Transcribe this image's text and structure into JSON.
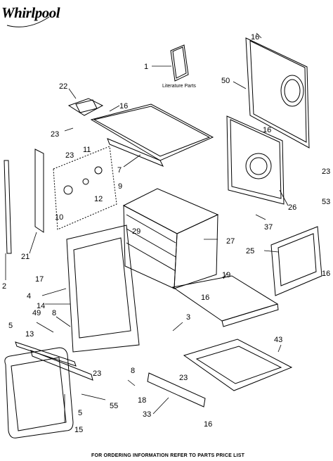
{
  "brand": "Whirlpool",
  "literature_label": "Literature Parts",
  "footer": "FOR ORDERING INFORMATION REFER TO PARTS PRICE LIST",
  "callouts": [
    "1",
    "2",
    "3",
    "4",
    "5",
    "5",
    "7",
    "8",
    "8",
    "9",
    "10",
    "11",
    "12",
    "13",
    "14",
    "15",
    "16",
    "16",
    "16",
    "16",
    "16",
    "16",
    "17",
    "18",
    "19",
    "21",
    "22",
    "23",
    "23",
    "23",
    "23",
    "23",
    "25",
    "26",
    "27",
    "29",
    "33",
    "37",
    "43",
    "49",
    "50",
    "53",
    "55"
  ]
}
